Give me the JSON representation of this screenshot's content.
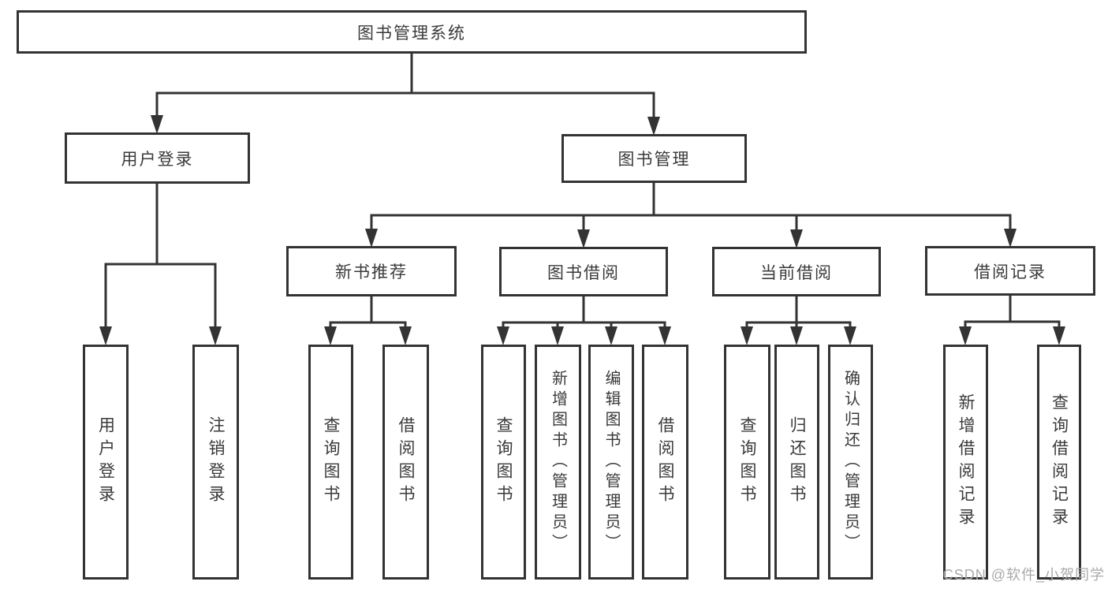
{
  "diagram": {
    "type": "hierarchy",
    "title": "图书管理系统",
    "colors": {
      "line": "#333333",
      "box_border": "#333333",
      "text": "#3a3a3a",
      "background": "#ffffff",
      "watermark": "#aaaaaa"
    },
    "tree": {
      "root": {
        "label": "图书管理系统"
      },
      "branches": [
        {
          "label": "用户登录",
          "children": [
            "用户登录",
            "注销登录"
          ]
        },
        {
          "label": "图书管理",
          "sections": [
            {
              "label": "新书推荐",
              "children": [
                "查询图书",
                "借阅图书"
              ]
            },
            {
              "label": "图书借阅",
              "children": [
                "查询图书",
                "新增图书（管理员）",
                "编辑图书（管理员）",
                "借阅图书"
              ]
            },
            {
              "label": "当前借阅",
              "children": [
                "查询图书",
                "归还图书",
                "确认归还（管理员）"
              ]
            },
            {
              "label": "借阅记录",
              "children": [
                "新增借阅记录",
                "查询借阅记录"
              ]
            }
          ]
        }
      ]
    },
    "watermark": "CSDN @软件_小贺同学"
  }
}
